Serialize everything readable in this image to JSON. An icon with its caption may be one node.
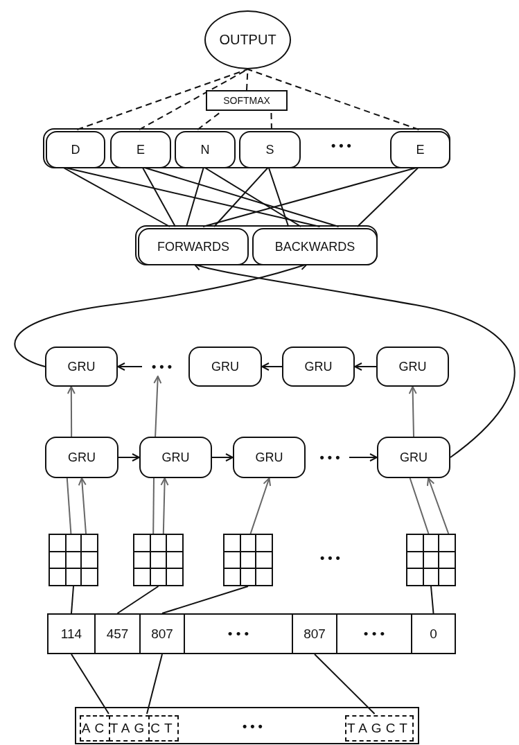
{
  "diagram": {
    "nodes": [
      {
        "text": [
          "OUTPUT"
        ]
      },
      {
        "text": [
          "SOFTMAX"
        ]
      },
      {
        "text": [],
        "shape": "box"
      },
      {
        "text": [
          "D"
        ],
        "in": 2
      },
      {
        "text": [
          "E"
        ],
        "in": 2
      },
      {
        "text": [
          "N"
        ],
        "in": 2
      },
      {
        "text": [
          "S"
        ],
        "in": 2
      },
      {
        "text": [
          "E"
        ],
        "in": 2
      },
      {
        "text": [],
        "shape": "box"
      },
      {
        "text": [
          "FORWARDS"
        ],
        "in": 8
      },
      {
        "text": [
          "BACKWARDS"
        ],
        "in": 8
      },
      {
        "text": [
          "GRU"
        ]
      },
      {
        "text": [
          "• • •"
        ]
      },
      {
        "text": [
          "GRU"
        ]
      },
      {
        "text": [
          "GRU"
        ]
      },
      {
        "text": [
          "GRU"
        ]
      },
      {
        "text": [
          "GRU"
        ]
      },
      {
        "text": [
          "GRU"
        ]
      },
      {
        "text": [
          "GRU"
        ]
      },
      {
        "text": [
          "• • •"
        ]
      },
      {
        "text": [
          "GRU"
        ]
      },
      {
        "text": [],
        "shape": "grid"
      },
      {
        "text": [],
        "shape": "grid"
      },
      {
        "text": [],
        "shape": "grid"
      },
      {
        "text": [],
        "shape": "grid"
      },
      {
        "text": [
          "114"
        ]
      },
      {
        "text": [
          "457"
        ]
      },
      {
        "text": [
          "807"
        ]
      },
      {
        "text": [
          "• • •"
        ]
      },
      {
        "text": [
          "807"
        ]
      },
      {
        "text": [
          "• • •"
        ]
      },
      {
        "text": [
          "0"
        ]
      },
      {
        "text": [],
        "shape": "box"
      },
      {
        "text": [
          "AC"
        ],
        "in": 32
      },
      {
        "text": [
          "TAG"
        ],
        "in": 32
      },
      {
        "text": [
          "CT"
        ],
        "in": 32
      },
      {
        "text": [
          "TAGCT"
        ],
        "in": 32
      }
    ],
    "edges": [
      {
        "from": 3,
        "to": 0,
        "arrow": "none",
        "style": "dashed"
      },
      {
        "from": 4,
        "to": 0,
        "arrow": "none",
        "style": "dashed"
      },
      {
        "from": 5,
        "to": 1,
        "arrow": "none",
        "style": "dashed"
      },
      {
        "from": 6,
        "to": 1,
        "arrow": "none",
        "style": "dashed"
      },
      {
        "from": 1,
        "to": 0,
        "arrow": "none",
        "style": "dashed"
      },
      {
        "from": 7,
        "to": 0,
        "arrow": "none",
        "style": "dashed"
      },
      {
        "from": 3,
        "to": 9,
        "arrow": "none"
      },
      {
        "from": 3,
        "to": 10,
        "arrow": "none"
      },
      {
        "from": 4,
        "to": 9,
        "arrow": "none"
      },
      {
        "from": 4,
        "to": 10,
        "arrow": "none"
      },
      {
        "from": 5,
        "to": 9,
        "arrow": "none"
      },
      {
        "from": 5,
        "to": 10,
        "arrow": "none"
      },
      {
        "from": 6,
        "to": 9,
        "arrow": "none"
      },
      {
        "from": 6,
        "to": 10,
        "arrow": "none"
      },
      {
        "from": 7,
        "to": 9,
        "arrow": "none"
      },
      {
        "from": 7,
        "to": 10,
        "arrow": "none"
      },
      {
        "from": 15,
        "to": 14,
        "arrow": "to"
      },
      {
        "from": 14,
        "to": 13,
        "arrow": "to"
      },
      {
        "from": 12,
        "to": 11,
        "arrow": "to"
      },
      {
        "from": 16,
        "to": 17,
        "arrow": "to"
      },
      {
        "from": 17,
        "to": 18,
        "arrow": "to"
      },
      {
        "from": 19,
        "to": 20,
        "arrow": "to"
      },
      {
        "from": 11,
        "to": 10,
        "arrow": "to"
      },
      {
        "from": 20,
        "to": 9,
        "arrow": "to"
      },
      {
        "from": 21,
        "to": 16,
        "arrow": "none",
        "color": "#666666"
      },
      {
        "from": 21,
        "to": 16,
        "arrow": "to",
        "color": "#666666"
      },
      {
        "from": 16,
        "to": 11,
        "arrow": "to",
        "color": "#666666"
      },
      {
        "from": 22,
        "to": 17,
        "arrow": "none",
        "color": "#666666"
      },
      {
        "from": 22,
        "to": 17,
        "arrow": "to",
        "color": "#666666"
      },
      {
        "from": 17,
        "to": 12,
        "arrow": "to",
        "color": "#666666"
      },
      {
        "from": 23,
        "to": 18,
        "arrow": "to",
        "color": "#666666"
      },
      {
        "from": 24,
        "to": 20,
        "arrow": "none",
        "color": "#666666"
      },
      {
        "from": 24,
        "to": 20,
        "arrow": "to",
        "color": "#666666"
      },
      {
        "from": 20,
        "to": 15,
        "arrow": "to",
        "color": "#666666"
      },
      {
        "from": 25,
        "to": 21,
        "arrow": "none"
      },
      {
        "from": 26,
        "to": 22,
        "arrow": "none"
      },
      {
        "from": 27,
        "to": 23,
        "arrow": "none"
      },
      {
        "from": 31,
        "to": 24,
        "arrow": "none"
      },
      {
        "from": 25,
        "to": 33,
        "arrow": "none"
      },
      {
        "from": 27,
        "to": 35,
        "arrow": "none"
      },
      {
        "from": 29,
        "to": 36,
        "arrow": "none"
      }
    ],
    "labels": [
      "• • •",
      "• • •",
      "• • •"
    ]
  }
}
